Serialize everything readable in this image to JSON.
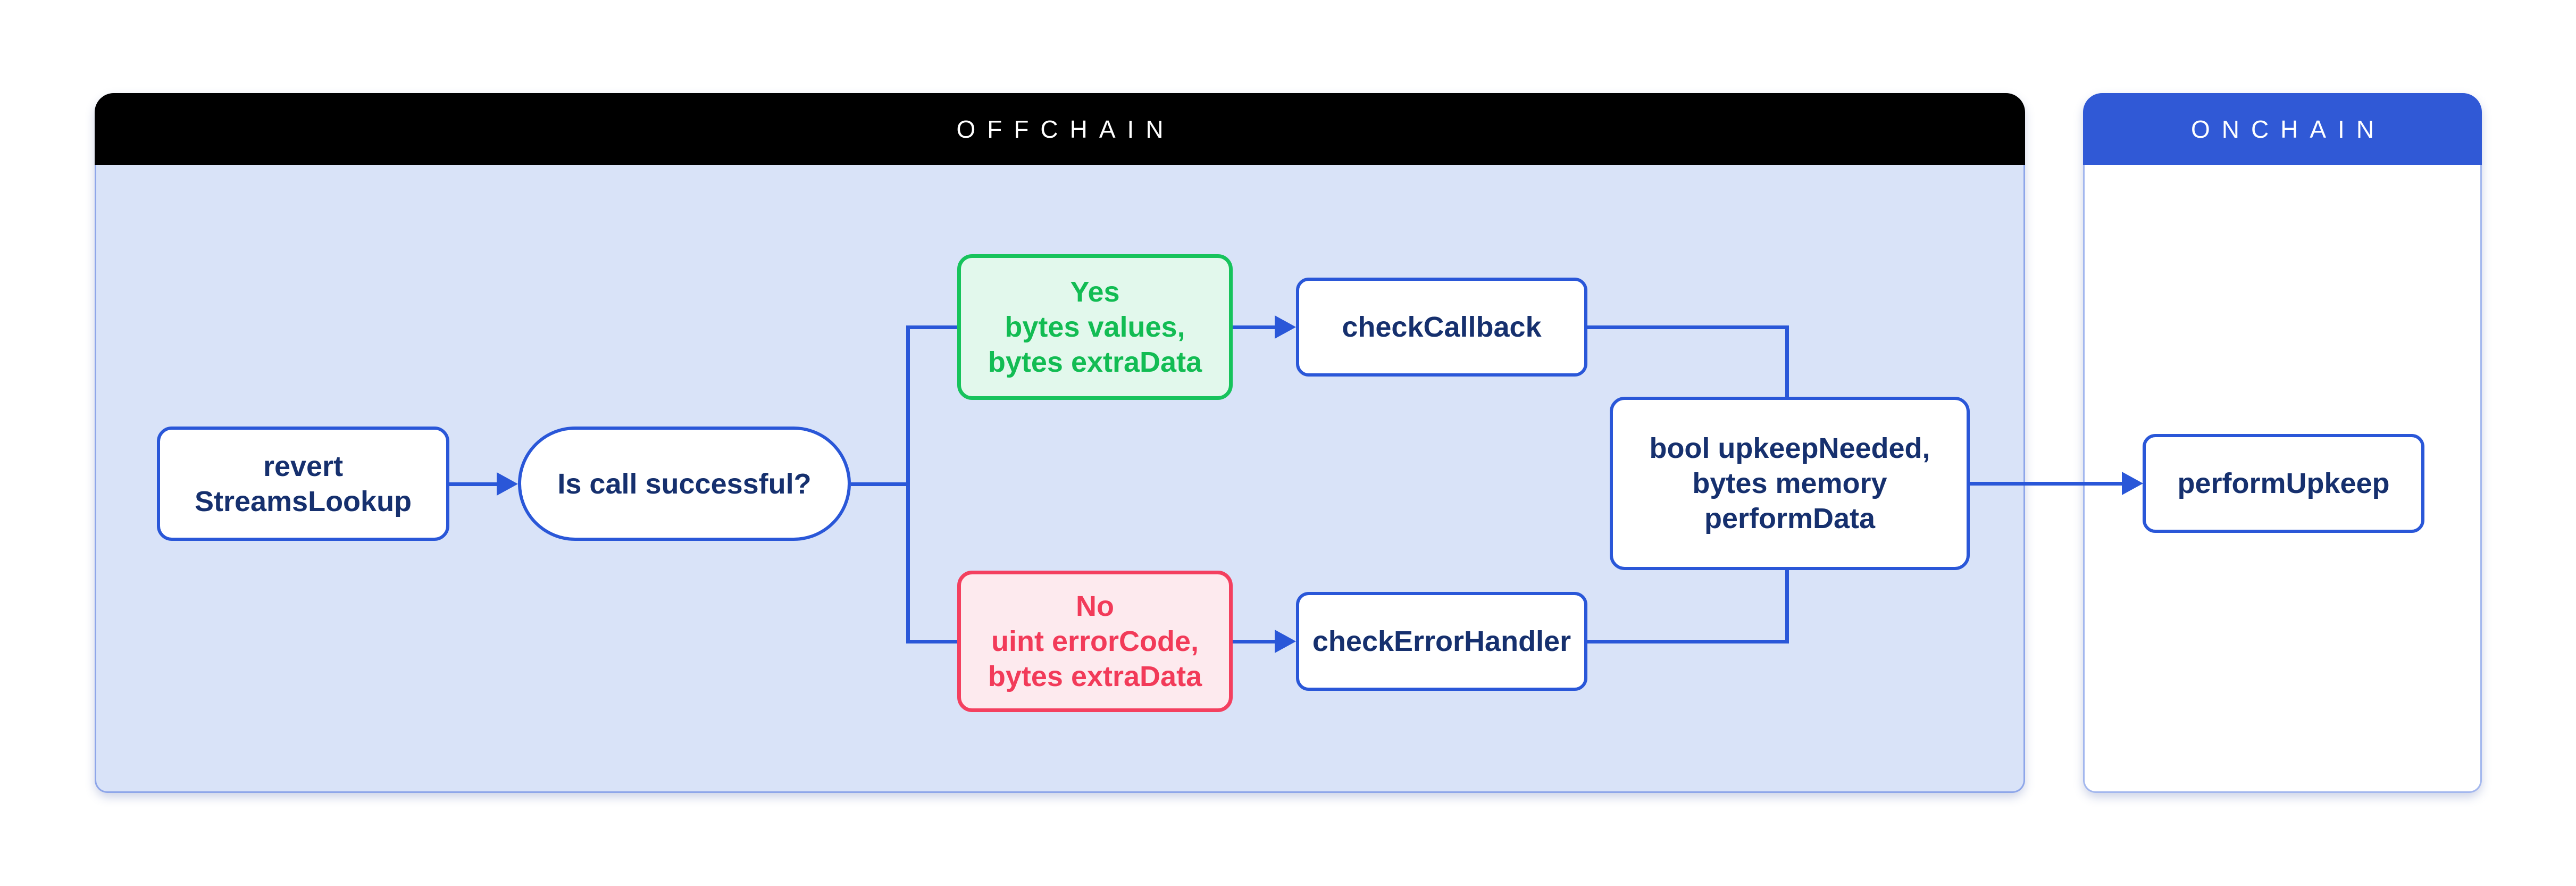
{
  "regions": {
    "offchain": {
      "title": "OFFCHAIN"
    },
    "onchain": {
      "title": "ONCHAIN"
    }
  },
  "nodes": {
    "revert_streams_lookup": {
      "label": "revert\nStreamsLookup"
    },
    "is_call_successful": {
      "label": "Is call successful?"
    },
    "yes_branch": {
      "label": "Yes\nbytes values,\nbytes extraData"
    },
    "no_branch": {
      "label": "No\nuint errorCode,\nbytes extraData"
    },
    "check_callback": {
      "label": "checkCallback"
    },
    "check_error_handler": {
      "label": "checkErrorHandler"
    },
    "upkeep_result": {
      "label": "bool upkeepNeeded,\nbytes memory\nperformData"
    },
    "perform_upkeep": {
      "label": "performUpkeep"
    }
  },
  "colors": {
    "line-blue": "#2A57D8",
    "navy": "#16306E",
    "offchain-header": "#000000",
    "offchain-body": "#D9E3F8",
    "offchain-border": "#8EA6E9",
    "onchain-header": "#3059D6",
    "onchain-body": "#FFFFFF",
    "onchain-border": "#A3B7EE",
    "green-border": "#17C35C",
    "green-bg": "#E2F8EC",
    "green-text": "#12BC53",
    "red-border": "#F4405F",
    "red-bg": "#FDEAEE",
    "red-text": "#F23B59",
    "node-bg": "#FFFFFF",
    "page-bg": "#FFFFFF"
  }
}
